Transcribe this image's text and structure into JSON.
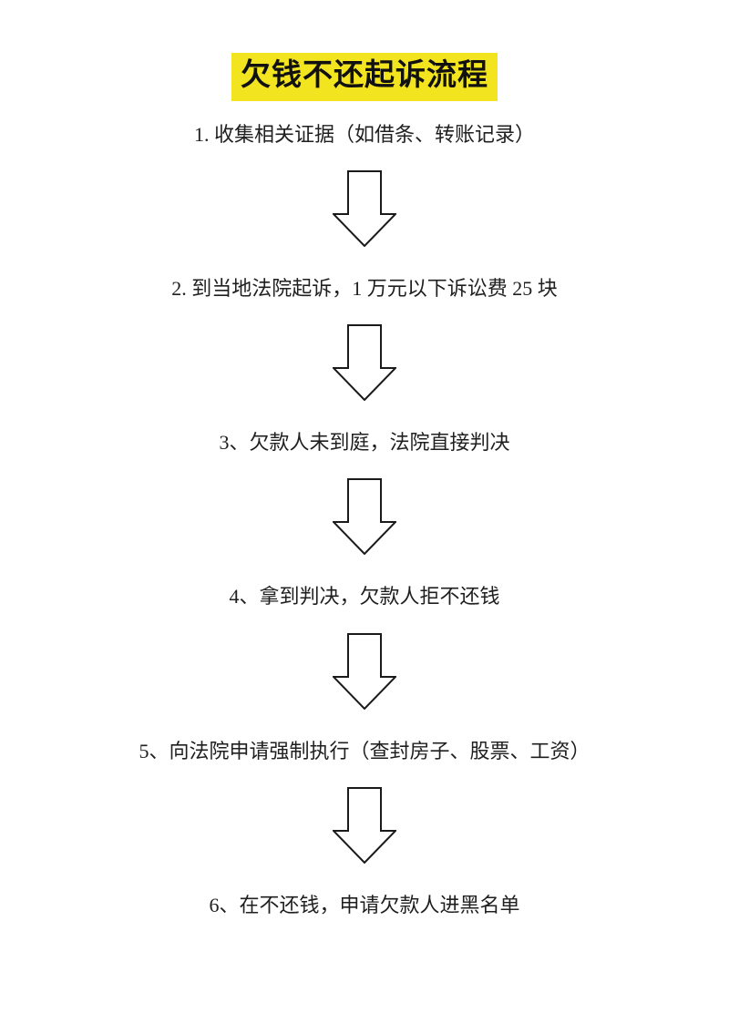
{
  "title": "欠钱不还起诉流程",
  "steps": [
    {
      "label": "1. 收集相关证据（如借条、转账记录）"
    },
    {
      "label": "2. 到当地法院起诉，1 万元以下诉讼费 25 块"
    },
    {
      "label": "3、欠款人未到庭，法院直接判决"
    },
    {
      "label": "4、拿到判决，欠款人拒不还钱"
    },
    {
      "label": "5、向法院申请强制执行（查封房子、股票、工资）"
    },
    {
      "label": "6、在不还钱，申请欠款人进黑名单"
    }
  ],
  "colors": {
    "highlight": "#F2E41E",
    "text": "#1f1f1f",
    "background": "#ffffff",
    "arrow_fill": "#ffffff",
    "arrow_outline": "#1a1a1a"
  }
}
